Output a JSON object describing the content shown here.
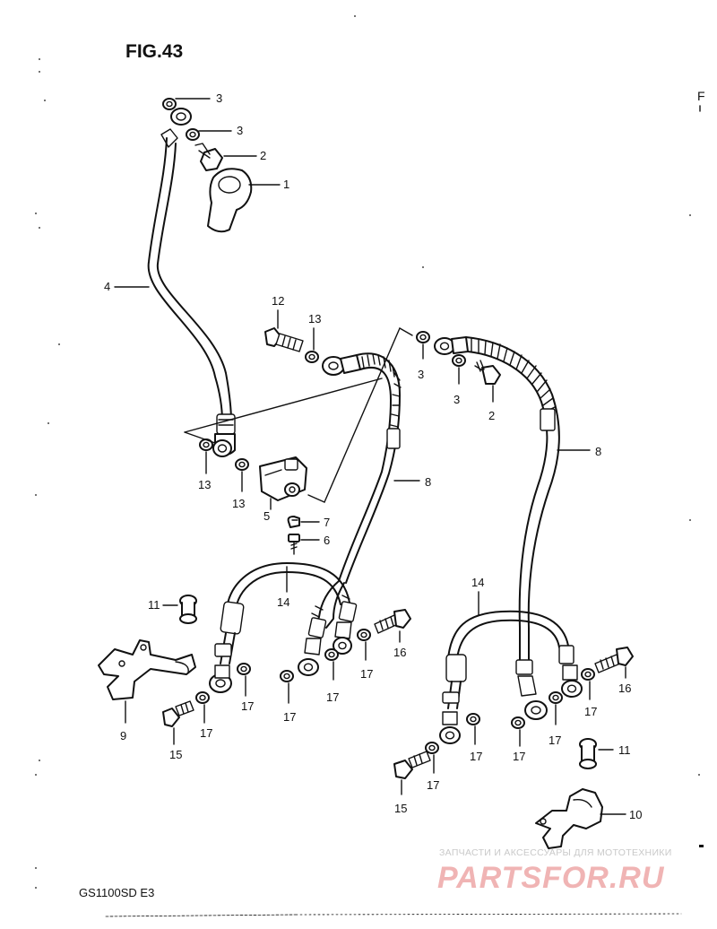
{
  "figure": {
    "title": "FIG.43",
    "model": "GS1100SD E3",
    "corner_mark": "F"
  },
  "callouts": {
    "c1": "1",
    "c2a": "2",
    "c2b": "2",
    "c3a": "3",
    "c3b": "3",
    "c3c": "3",
    "c3d": "3",
    "c4": "4",
    "c5": "5",
    "c6": "6",
    "c7": "7",
    "c8a": "8",
    "c8b": "8",
    "c9": "9",
    "c10": "10",
    "c11a": "11",
    "c11b": "11",
    "c12": "12",
    "c13a": "13",
    "c13b": "13",
    "c13c": "13",
    "c14a": "14",
    "c14b": "14",
    "c15a": "15",
    "c15b": "15",
    "c16a": "16",
    "c16b": "16",
    "c17a": "17",
    "c17b": "17",
    "c17c": "17",
    "c17d": "17",
    "c17e": "17",
    "c17f": "17",
    "c17g": "17",
    "c17h": "17",
    "c17i": "17",
    "c17j": "17"
  },
  "watermark": {
    "caption": "ЗАПЧАСТИ И АКСЕССУАРЫ ДЛЯ МОТОТЕХНИКИ",
    "brand": "PARTSFOR.RU"
  },
  "colors": {
    "ink": "#111111",
    "paper": "#ffffff",
    "watermark_caption": "#c9c9c9",
    "watermark_brand": "#f0b4b4"
  }
}
